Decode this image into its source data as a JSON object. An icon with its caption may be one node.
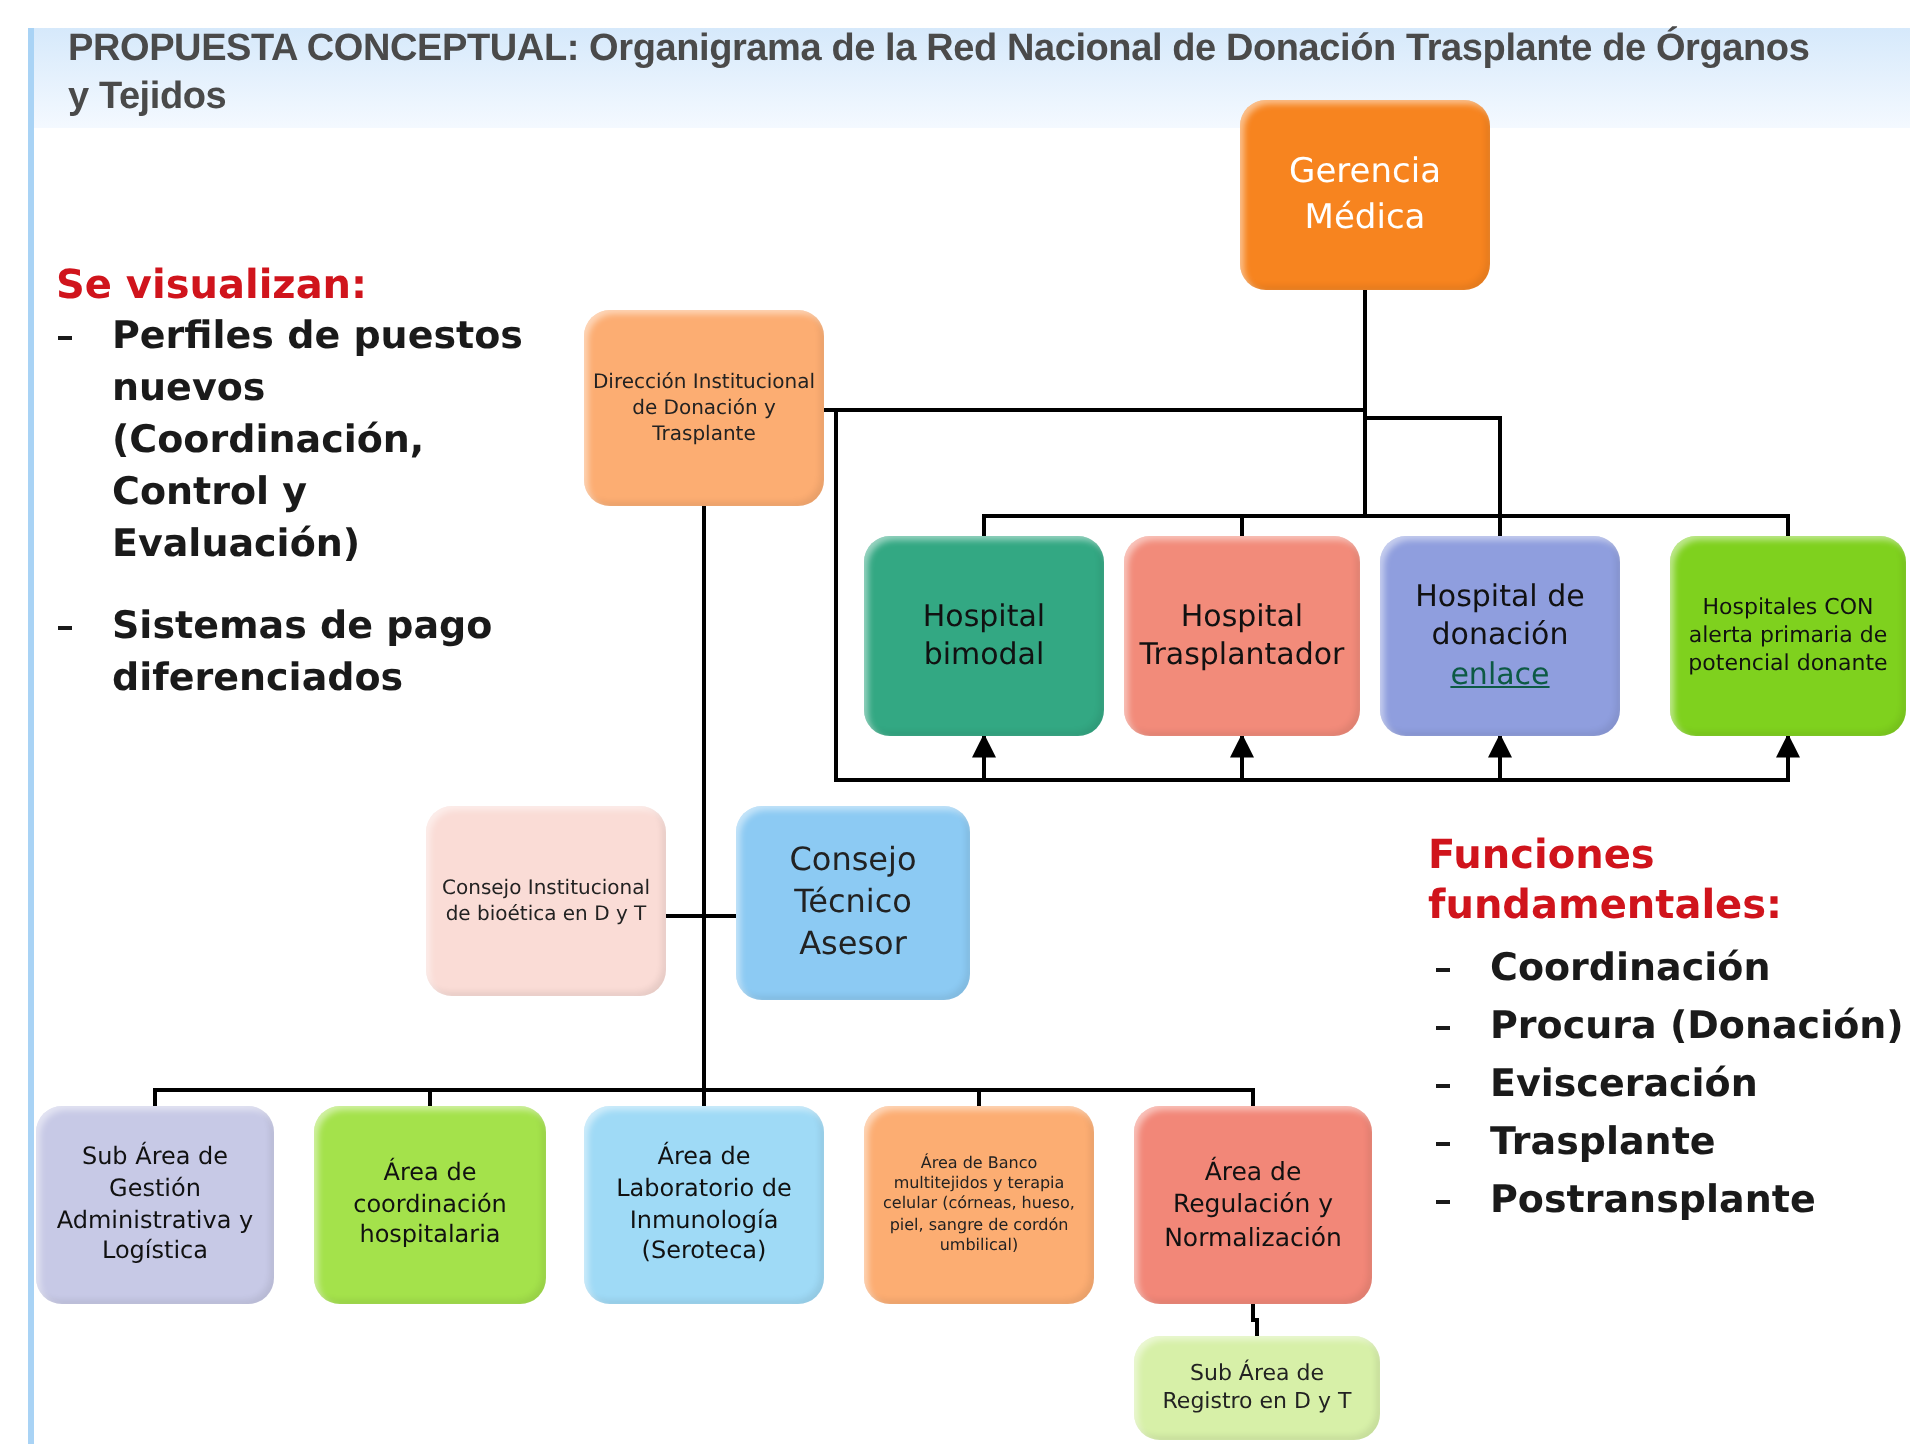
{
  "diagram": {
    "title": "PROPUESTA CONCEPTUAL: Organigrama de la Red Nacional de Donación Trasplante de Órganos y Tejidos",
    "nodes": [
      {
        "text": [
          "Gerencia Médica"
        ]
      },
      {
        "text": [
          "Dirección Institucional de Donación y Trasplante"
        ]
      },
      {
        "text": [
          "Hospital bimodal"
        ]
      },
      {
        "text": [
          "Hospital Trasplantador"
        ]
      },
      {
        "text": [
          "Hospital de donación",
          "enlace"
        ]
      },
      {
        "text": [
          "Hospitales CON alerta primaria de potencial donante"
        ]
      },
      {
        "text": [
          "Consejo Institucional de bioética en D y T"
        ]
      },
      {
        "text": [
          "Consejo Técnico Asesor"
        ]
      },
      {
        "text": [
          "Sub Área de Gestión Administrativa y Logística"
        ]
      },
      {
        "text": [
          "Área de coordinación hospitalaria"
        ]
      },
      {
        "text": [
          "Área de Laboratorio de Inmunología (Seroteca)"
        ]
      },
      {
        "text": [
          "Área de Banco multitejidos y terapia celular (córneas, hueso, piel, sangre de cordón umbilical)"
        ]
      },
      {
        "text": [
          "Área de Regulación y Normalización"
        ]
      },
      {
        "text": [
          "Sub Área de Registro en D y T"
        ]
      }
    ],
    "edges": [
      {
        "from": 0,
        "to": 1,
        "arrow": "none"
      },
      {
        "from": 0,
        "to": 2,
        "arrow": "none"
      },
      {
        "from": 0,
        "to": 3,
        "arrow": "none"
      },
      {
        "from": 0,
        "to": 4,
        "arrow": "none"
      },
      {
        "from": 0,
        "to": 5,
        "arrow": "none"
      },
      {
        "from": 1,
        "to": 2,
        "arrow": "to"
      },
      {
        "from": 1,
        "to": 3,
        "arrow": "to"
      },
      {
        "from": 1,
        "to": 4,
        "arrow": "to"
      },
      {
        "from": 1,
        "to": 5,
        "arrow": "to"
      },
      {
        "from": 1,
        "to": 6,
        "arrow": "none"
      },
      {
        "from": 1,
        "to": 7,
        "arrow": "none"
      },
      {
        "from": 1,
        "to": 8,
        "arrow": "none"
      },
      {
        "from": 1,
        "to": 9,
        "arrow": "none"
      },
      {
        "from": 1,
        "to": 10,
        "arrow": "none"
      },
      {
        "from": 1,
        "to": 11,
        "arrow": "none"
      },
      {
        "from": 1,
        "to": 12,
        "arrow": "none"
      },
      {
        "from": 12,
        "to": 13,
        "arrow": "none"
      }
    ],
    "labels": [
      "Se visualizan:",
      "Perfiles de puestos nuevos (Coordinación, Control y Evaluación)",
      "Sistemas de pago diferenciados",
      "Funciones fundamentales:",
      "Coordinación",
      "Procura (Donación)",
      "Evisceración",
      "Trasplante",
      "Postransplante"
    ]
  }
}
